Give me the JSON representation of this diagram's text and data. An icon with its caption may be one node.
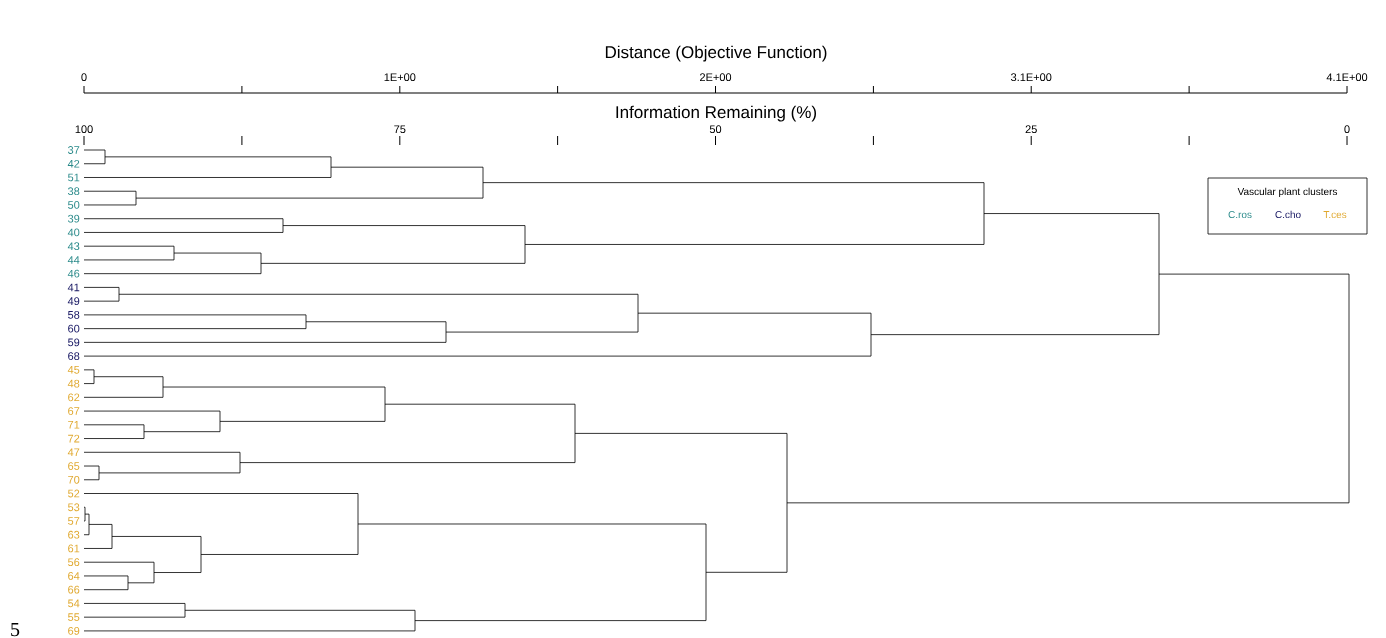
{
  "diagram": {
    "labels": [
      "Distance (Objective Function)",
      "0",
      "1E+00",
      "2E+00",
      "3.1E+00",
      "4.1E+00",
      "Information Remaining (%)",
      "100",
      "75",
      "50",
      "25",
      "0",
      "Vascular plant clusters",
      "37",
      "42",
      "51",
      "38",
      "50",
      "39",
      "40",
      "43",
      "44",
      "46",
      "41",
      "49",
      "58",
      "60",
      "59",
      "68",
      "45",
      "48",
      "62",
      "67",
      "71",
      "72",
      "47",
      "65",
      "70",
      "52",
      "53",
      "57",
      "63",
      "61",
      "56",
      "64",
      "66",
      "54",
      "55",
      "69",
      "5"
    ],
    "legend": [
      {
        "text": "C.ros"
      },
      {
        "text": "C.cho"
      },
      {
        "text": "T.ces"
      }
    ]
  }
}
